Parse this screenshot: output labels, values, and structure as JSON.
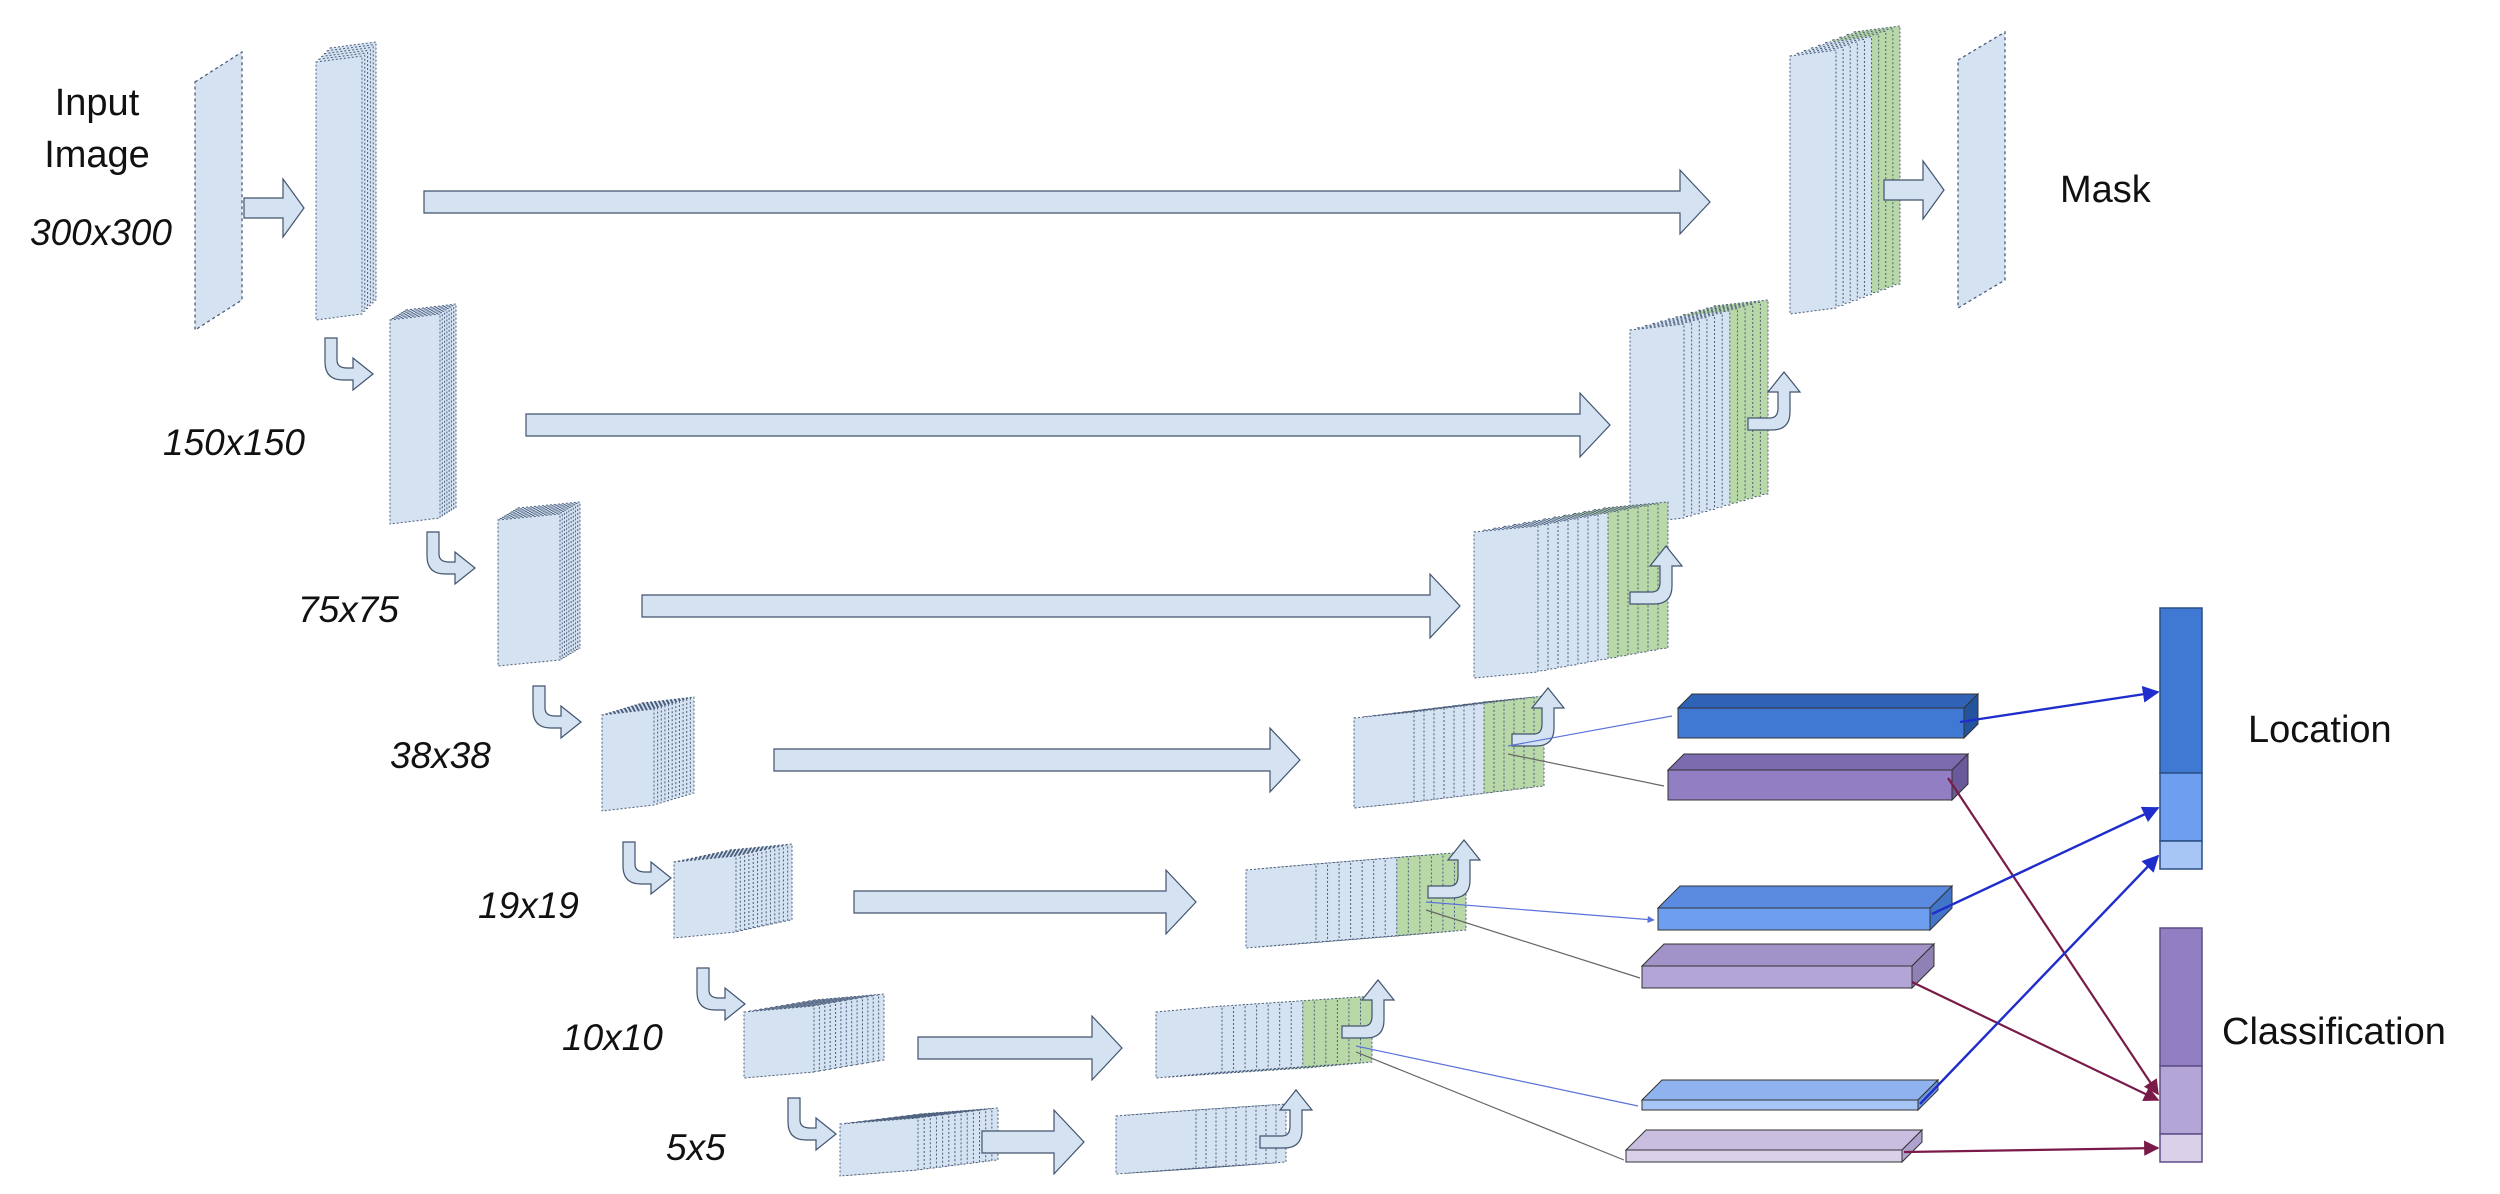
{
  "labels": {
    "input_line1": "Input",
    "input_line2": "Image",
    "mask": "Mask",
    "location": "Location",
    "classification": "Classification"
  },
  "resolutions": [
    "300x300",
    "150x150",
    "75x75",
    "38x38",
    "19x19",
    "10x10",
    "5x5"
  ],
  "colors": {
    "encoder_fill": "#d4e2f2",
    "encoder_stroke": "#4a5d7a",
    "decoder_green": "#b9d8a8",
    "arrow_fill": "#d4e2f2",
    "arrow_stroke": "#41546e",
    "loc_blue_dark": "#3f79d4",
    "loc_blue_mid": "#6d9ef0",
    "loc_blue_light": "#a8c6f5",
    "cls_purple_dark": "#917ec3",
    "cls_purple_mid": "#b3a6d6",
    "cls_purple_light": "#d9d0ea",
    "link_blue": "#1f2dcc",
    "link_maroon": "#7a1a48",
    "thin_line": "#555555"
  }
}
